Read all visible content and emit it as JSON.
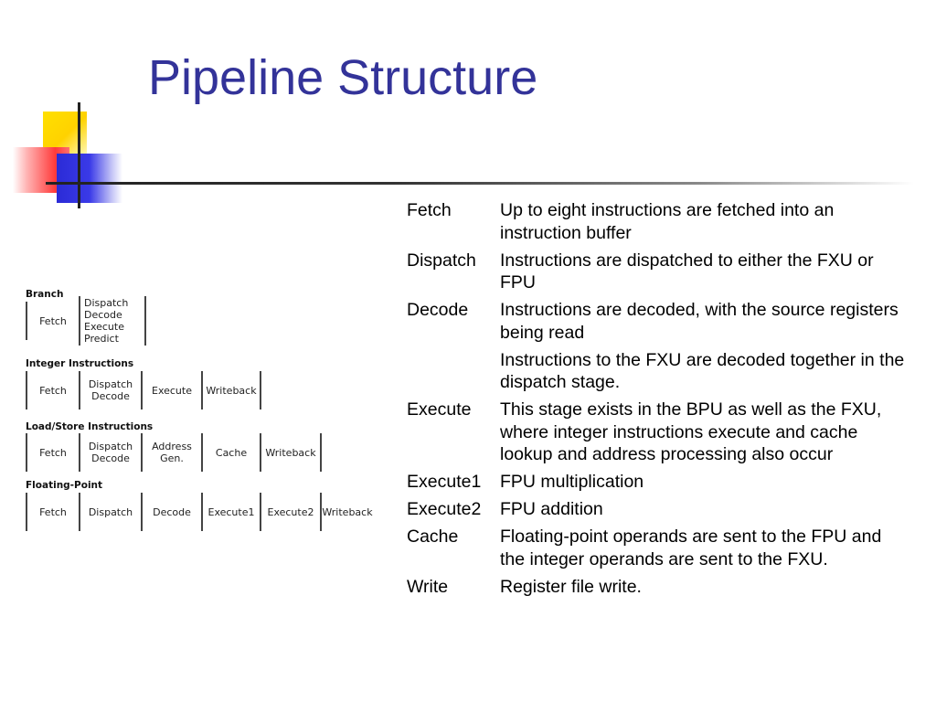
{
  "slide": {
    "title": "Pipeline Structure"
  },
  "diagram": {
    "groups": [
      {
        "title": "Branch",
        "stages": [
          [
            "Fetch"
          ],
          [
            "Dispatch",
            "Decode",
            "Execute",
            "Predict"
          ]
        ]
      },
      {
        "title": "Integer Instructions",
        "stages": [
          [
            "Fetch"
          ],
          [
            "Dispatch",
            "Decode"
          ],
          [
            "Execute"
          ],
          [
            "Writeback"
          ]
        ]
      },
      {
        "title": "Load/Store Instructions",
        "stages": [
          [
            "Fetch"
          ],
          [
            "Dispatch",
            "Decode"
          ],
          [
            "Address",
            "Gen."
          ],
          [
            "Cache"
          ],
          [
            "Writeback"
          ]
        ]
      },
      {
        "title": "Floating-Point",
        "stages": [
          [
            "Fetch"
          ],
          [
            "Dispatch"
          ],
          [
            "Decode"
          ],
          [
            "Execute1"
          ],
          [
            "Execute2"
          ],
          [
            "Writeback"
          ]
        ]
      }
    ]
  },
  "stages_table": {
    "rows": [
      {
        "term": "Fetch",
        "desc": "Up to eight instructions are fetched into an instruction buffer"
      },
      {
        "term": "Dispatch",
        "desc": "Instructions are dispatched to either the FXU or FPU"
      },
      {
        "term": "Decode",
        "desc": "Instructions are decoded, with the source registers being read"
      },
      {
        "term": "",
        "desc": "Instructions to the FXU are decoded together in the dispatch stage."
      },
      {
        "term": "Execute",
        "desc": "This stage exists in the BPU as well as the FXU, where integer instructions execute and cache lookup and address processing also occur"
      },
      {
        "term": "Execute1",
        "desc": "FPU multiplication"
      },
      {
        "term": "Execute2",
        "desc": "FPU addition"
      },
      {
        "term": "Cache",
        "desc": "Floating-point operands are sent to the FPU and the integer operands are sent to the FXU."
      },
      {
        "term": "Write",
        "desc": "Register file write."
      }
    ]
  }
}
